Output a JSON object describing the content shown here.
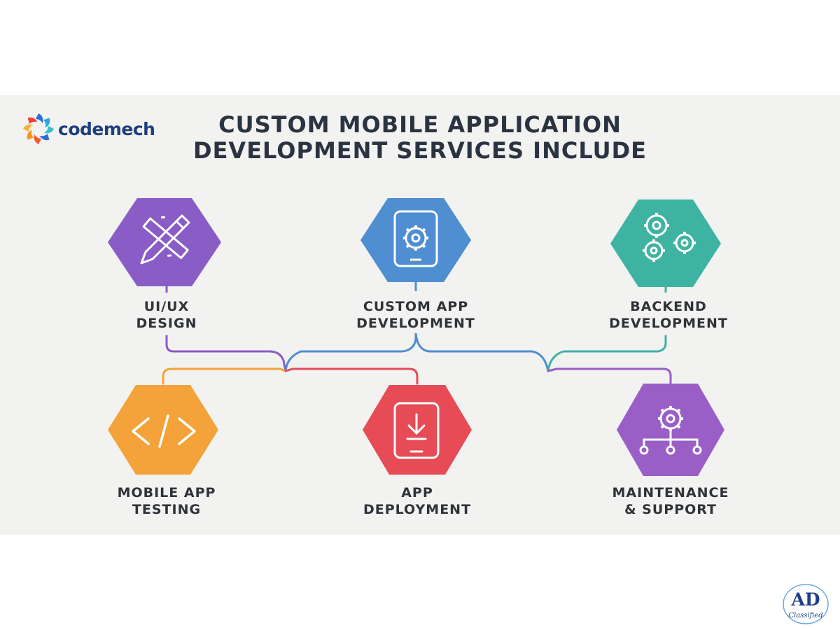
{
  "brand": {
    "name": "codemech"
  },
  "title": {
    "line1": "CUSTOM MOBILE APPLICATION",
    "line2": "DEVELOPMENT SERVICES INCLUDE"
  },
  "nodes": [
    {
      "line1": "UI/UX",
      "line2": "DESIGN",
      "color": "#8a5cc5",
      "icon": "pencil-ruler-icon"
    },
    {
      "line1": "CUSTOM APP",
      "line2": "DEVELOPMENT",
      "color": "#4f8ed0",
      "icon": "phone-gear-icon"
    },
    {
      "line1": "BACKEND",
      "line2": "DEVELOPMENT",
      "color": "#3fb3a2",
      "icon": "gears-icon"
    },
    {
      "line1": "MOBILE APP",
      "line2": "TESTING",
      "color": "#f3a33a",
      "icon": "code-brackets-icon"
    },
    {
      "line1": "APP",
      "line2": "DEPLOYMENT",
      "color": "#e64b56",
      "icon": "phone-download-icon"
    },
    {
      "line1": "MAINTENANCE",
      "line2": "& SUPPORT",
      "color": "#9a5fc7",
      "icon": "gear-network-icon"
    }
  ],
  "badge": {
    "letters": "AD",
    "subtitle": "Classified",
    "color": "#1e3f8a"
  }
}
